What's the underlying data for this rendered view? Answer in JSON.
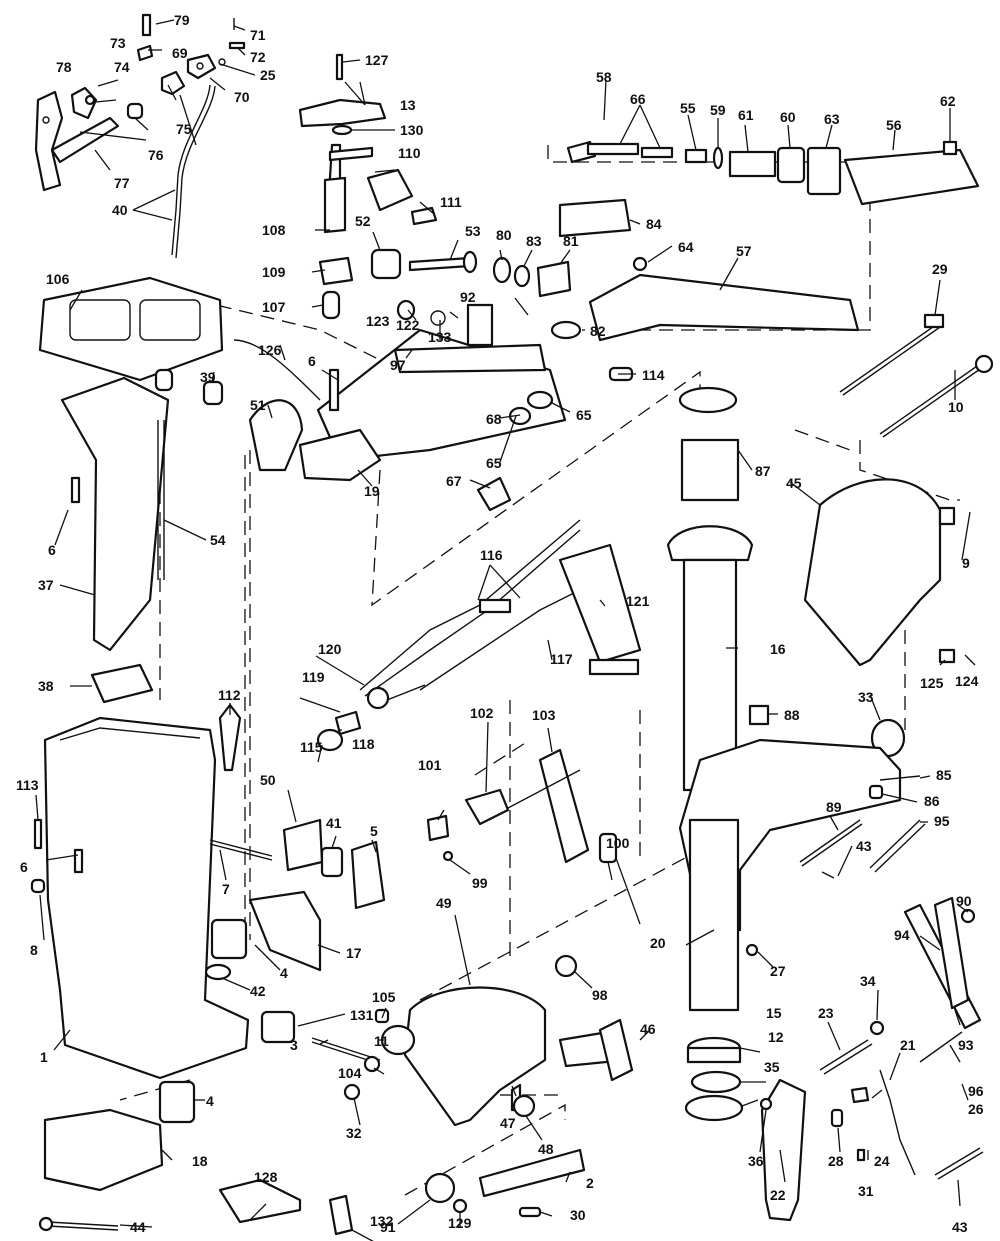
{
  "labels": {
    "l1": "1",
    "l2": "2",
    "l3": "3",
    "l4a": "4",
    "l4b": "4",
    "l5": "5",
    "l6a": "6",
    "l6b": "6",
    "l6c": "6",
    "l7": "7",
    "l8": "8",
    "l9": "9",
    "l10": "10",
    "l11": "11",
    "l12": "12",
    "l13": "13",
    "l15": "15",
    "l16": "16",
    "l17": "17",
    "l18": "18",
    "l19": "19",
    "l20": "20",
    "l21": "21",
    "l22": "22",
    "l23": "23",
    "l24": "24",
    "l25": "25",
    "l26": "26",
    "l27": "27",
    "l28": "28",
    "l29": "29",
    "l30": "30",
    "l31": "31",
    "l32": "32",
    "l33": "33",
    "l34": "34",
    "l35": "35",
    "l36": "36",
    "l37": "37",
    "l38": "38",
    "l39": "39",
    "l40": "40",
    "l41": "41",
    "l42": "42",
    "l43a": "43",
    "l43b": "43",
    "l44": "44",
    "l45": "45",
    "l46": "46",
    "l47": "47",
    "l48": "48",
    "l49": "49",
    "l50": "50",
    "l51": "51",
    "l52": "52",
    "l53": "53",
    "l54": "54",
    "l55": "55",
    "l56": "56",
    "l57": "57",
    "l58": "58",
    "l59": "59",
    "l60": "60",
    "l61": "61",
    "l62": "62",
    "l63": "63",
    "l64": "64",
    "l65a": "65",
    "l65b": "65",
    "l66": "66",
    "l67": "67",
    "l68": "68",
    "l69": "69",
    "l70": "70",
    "l71": "71",
    "l72": "72",
    "l73": "73",
    "l74": "74",
    "l75": "75",
    "l76": "76",
    "l77": "77",
    "l78": "78",
    "l79": "79",
    "l80": "80",
    "l81": "81",
    "l82": "82",
    "l83": "83",
    "l84": "84",
    "l85": "85",
    "l86": "86",
    "l87": "87",
    "l88": "88",
    "l89": "89",
    "l90": "90",
    "l91": "91",
    "l92": "92",
    "l93": "93",
    "l94": "94",
    "l95": "95",
    "l96": "96",
    "l97": "97",
    "l98": "98",
    "l99": "99",
    "l100": "100",
    "l101": "101",
    "l102": "102",
    "l103": "103",
    "l104": "104",
    "l105": "105",
    "l106": "106",
    "l107": "107",
    "l108": "108",
    "l109": "109",
    "l110": "110",
    "l111": "111",
    "l112": "112",
    "l113": "113",
    "l114": "114",
    "l115": "115",
    "l116": "116",
    "l117": "117",
    "l118": "118",
    "l119": "119",
    "l120": "120",
    "l121": "121",
    "l122": "122",
    "l123": "123",
    "l124": "124",
    "l125": "125",
    "l126": "126",
    "l127": "127",
    "l128": "128",
    "l129": "129",
    "l130": "130",
    "l131": "131",
    "l132": "132",
    "l133": "133"
  }
}
